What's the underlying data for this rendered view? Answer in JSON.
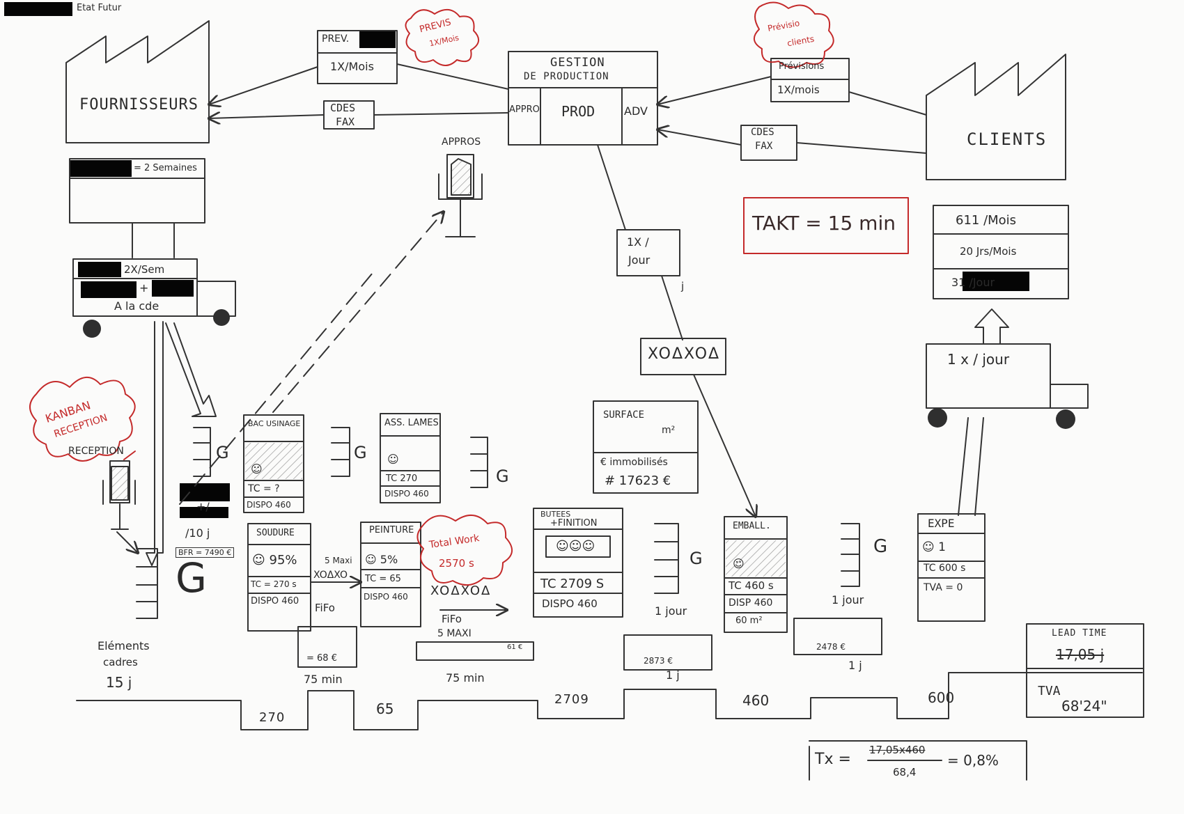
{
  "header": {
    "title": "Etat Futur"
  },
  "colors": {
    "ink": "#2a2a2a",
    "red": "#c42a2a",
    "paper": "#fbfbfa"
  },
  "icons": [
    "factory-icon",
    "truck-icon",
    "kanban-icon",
    "inventory-triangle-icon",
    "push-arrow-icon",
    "wheel-icon"
  ],
  "suppliers": {
    "label": "FOURNISSEURS",
    "frequency": "= 2 Semaines"
  },
  "customers": {
    "label": "CLIENTS",
    "demand": "611 /Mois",
    "days": "20 Jrs/Mois",
    "daily": "31 /Jour"
  },
  "supplier_truck": {
    "frequency": "2X/Sem",
    "plus": "+",
    "pickup": "A la cde"
  },
  "customer_truck": {
    "frequency": "1 x / jour"
  },
  "control": {
    "title_top": "GESTION",
    "title_bottom": "DE PRODUCTION",
    "left": "APPRO",
    "center": "PROD",
    "right": "ADV"
  },
  "info_flows": {
    "supplier_forecast": {
      "title": "PREV.",
      "freq": "1X/Mois"
    },
    "supplier_orders": {
      "line1": "CDES",
      "line2": "FAX"
    },
    "customer_forecast": {
      "title": "Prévisions",
      "freq": "1X/mois"
    },
    "customer_orders": {
      "line1": "CDES",
      "line2": "FAX"
    },
    "prod_schedule": {
      "line1": "1X /",
      "line2": "Jour",
      "suffix": "j"
    },
    "heijunka": "XOΔXOΔ",
    "appros": "APPROS"
  },
  "kaizen": {
    "previs": {
      "line1": "PREVIS",
      "line2": "1X/Mois"
    },
    "prevision": {
      "line1": "Prévisio",
      "line2": "clients"
    },
    "kanban": {
      "line1": "KANBAN",
      "line2": "RECEPTION"
    },
    "total_work": {
      "line1": "Total Work",
      "line2": "2570 s"
    }
  },
  "takt": "TAKT = 15 min",
  "surface": {
    "title": "SURFACE",
    "unit": "m²",
    "line": "€ immobilisés",
    "value": "# 17623 €"
  },
  "processes": {
    "bac": {
      "title": "BAC USINAGE",
      "op": "☺",
      "tc": "TC = ?",
      "dispo": "DISPO 460"
    },
    "ass": {
      "title": "ASS. LAMES",
      "op": "☺",
      "tc": "TC 270",
      "dispo": "DISPO 460"
    },
    "soudure": {
      "title": "SOUDURE",
      "op": "☺ 95%",
      "tc": "TC = 270 s",
      "dispo": "DISPO 460"
    },
    "peinture": {
      "title": "PEINTURE",
      "op": "☺ 5%",
      "tc": "TC = 65",
      "dispo": "DISPO 460"
    },
    "butees": {
      "title1": "BUTEES",
      "title2": "+FINITION",
      "op": "☺☺☺",
      "tc": "TC 2709 S",
      "dispo": "DISPO 460"
    },
    "emball": {
      "title": "EMBALL.",
      "op": "☺",
      "tc": "TC 460 s",
      "dispo": "DISP 460",
      "surface": "60 m²"
    },
    "expe": {
      "title": "EXPE",
      "op": "☺ 1",
      "tc": "TC 600 s",
      "tva": "TVA = 0"
    }
  },
  "inventory": {
    "stock_left": "/10 j",
    "bfr": "BFR = 7490 €",
    "plus": "+/",
    "elements": {
      "line1": "Eléments",
      "line2": "cadres",
      "line3": "15 j"
    },
    "fifo1": {
      "top": "5 Maxi",
      "heijunka": "XOΔXO",
      "bottom": "FiFo"
    },
    "fifo2": {
      "heijunka": "XOΔXOΔ",
      "line1": "FiFo",
      "line2": "5 MAXI"
    },
    "one_day_a": "1 jour",
    "one_day_b": "1 jour"
  },
  "timeline": {
    "upper": [
      "= 68 €",
      "61 €",
      "2873 €",
      "2478 €"
    ],
    "wait": [
      "75 min",
      "75 min",
      "1 j",
      "1 j"
    ],
    "lower": [
      "270",
      "65",
      "2709",
      "460",
      "600"
    ]
  },
  "lead_time": {
    "title": "LEAD TIME",
    "value": "17,05 j",
    "tva_label": "TVA",
    "tva_value": "68'24\""
  },
  "formula": {
    "lhs": "Tx =",
    "numerator": "17,05x460",
    "denominator": "68,4",
    "result": "= 0,8%"
  }
}
